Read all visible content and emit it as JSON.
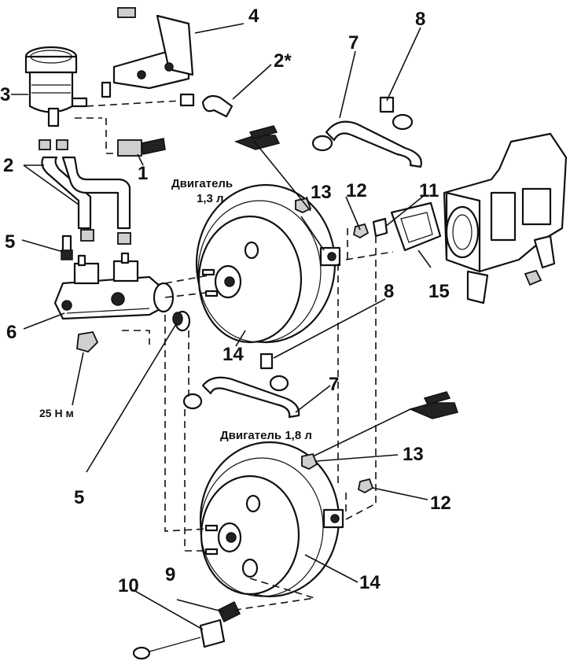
{
  "captions": {
    "engine_13_line1": "Двигатель",
    "engine_13_line2": "1,3 л",
    "engine_18": "Двигатель 1,8 л",
    "torque": "25 Н м"
  },
  "callouts": {
    "c1": "1",
    "c2": "2",
    "c2star": "2*",
    "c3": "3",
    "c4": "4",
    "c5a": "5",
    "c5b": "5",
    "c6": "6",
    "c7a": "7",
    "c7b": "7",
    "c8a": "8",
    "c8b": "8",
    "c9": "9",
    "c10": "10",
    "c11": "11",
    "c12a": "12",
    "c12b": "12",
    "c13a": "13",
    "c13b": "13",
    "c14a": "14",
    "c14b": "14",
    "c15": "15"
  }
}
